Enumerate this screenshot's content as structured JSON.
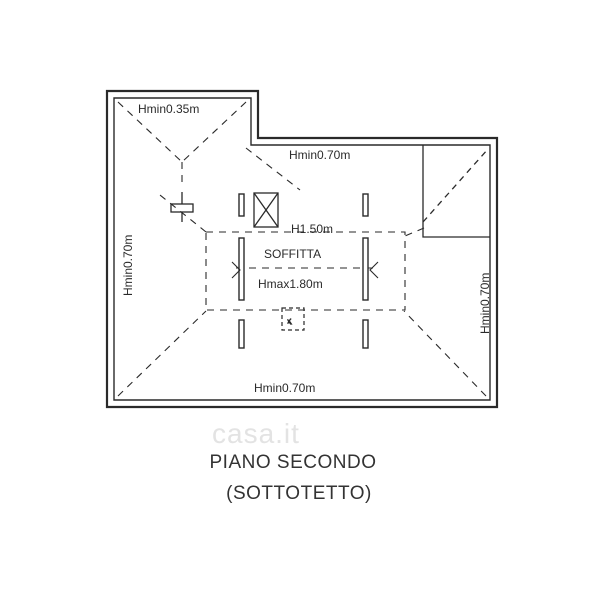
{
  "plan": {
    "labels": {
      "hmin_top_left": "Hmin0.35m",
      "hmin_top": "Hmin0.70m",
      "hmin_left": "Hmin0.70m",
      "hmin_right": "Hmin0.70m",
      "hmin_bottom": "Hmin0.70m",
      "h_center": "H1.50m",
      "soffitta": "SOFFITTA",
      "hmax": "Hmax1.80m"
    }
  },
  "caption": {
    "line1": "PIANO SECONDO",
    "line2": "(SOTTOTETTO)"
  },
  "watermark": "casa.it",
  "colors": {
    "ink": "#2a2a2a",
    "background": "#ffffff"
  }
}
